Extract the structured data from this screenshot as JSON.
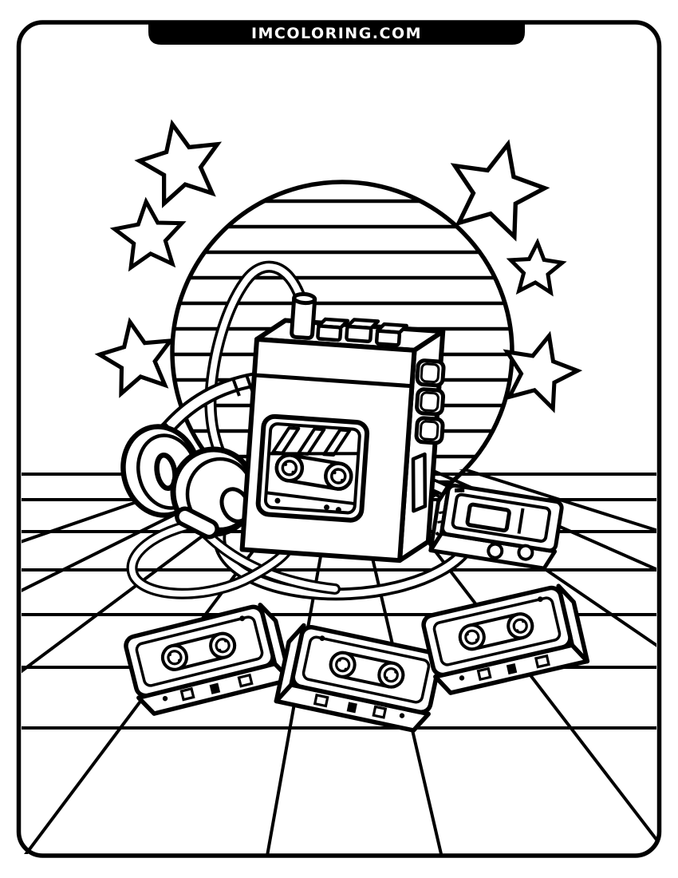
{
  "page": {
    "header": {
      "site_name": "IMCOLORING.COM"
    },
    "colors": {
      "line": "#000000",
      "paper": "#ffffff",
      "header_bg": "#000000",
      "header_text": "#ffffff"
    }
  },
  "illustration": {
    "description": "Black-and-white coloring page line art: retro walkman cassette player with cable and headphones, four cassette tapes on a perspective grid floor, striped retro sun and six stars",
    "counts": {
      "stars": 6,
      "cassette_tapes": 4,
      "sun_stripes": 13,
      "walkman_top_buttons": 3,
      "walkman_side_buttons": 3,
      "headphone_ear_cups": 2
    }
  }
}
